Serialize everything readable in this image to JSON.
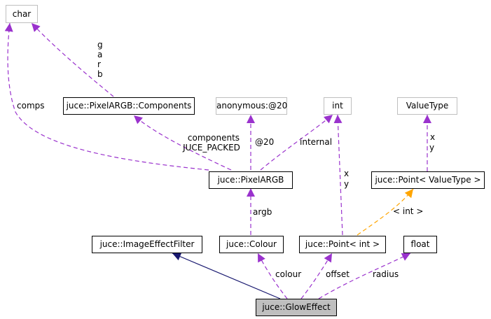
{
  "nodes": {
    "char": "char",
    "components_struct": "juce::PixelARGB::Components",
    "anonymous": "anonymous:@20",
    "int": "int",
    "value_type": "ValueType",
    "pixel_argb": "juce::PixelARGB",
    "point_template": "juce::Point< ValueType >",
    "image_effect_filter": "juce::ImageEffectFilter",
    "colour": "juce::Colour",
    "point_int": "juce::Point< int >",
    "float": "float",
    "glow_effect": "juce::GlowEffect"
  },
  "labels": {
    "g": "g",
    "a": "a",
    "r": "r",
    "b": "b",
    "comps": "comps",
    "components": "components",
    "juce_packed": "JUCE_PACKED",
    "at20": "@20",
    "internal": "internal",
    "x_point": "x",
    "y_point": "y",
    "x_value": "x",
    "y_value": "y",
    "int_template": "< int >",
    "argb": "argb",
    "colour": "colour",
    "offset": "offset",
    "radius": "radius"
  },
  "colors": {
    "usage_arrow": "#9a32cd",
    "inheritance_arrow": "#191970",
    "template_arrow": "#ffa500",
    "external_border": "#bfbfbf",
    "focus_fill": "#bfbfbf"
  }
}
